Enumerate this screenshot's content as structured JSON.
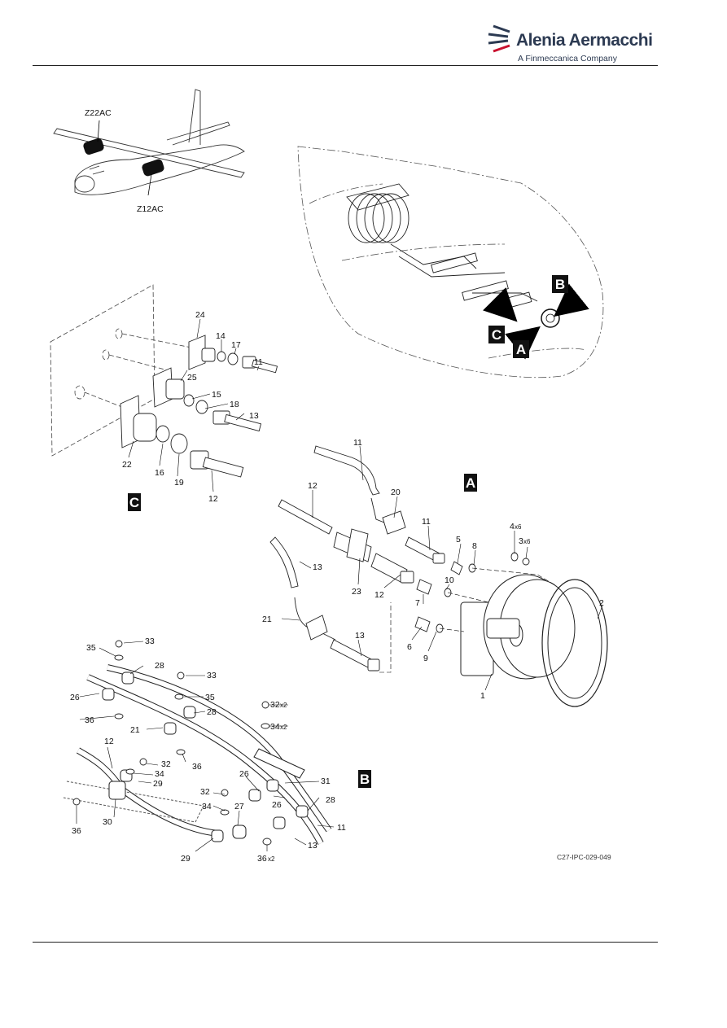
{
  "header": {
    "brand": "Alenia Aermacchi",
    "tagline": "A Finmeccanica Company",
    "logo_color": "#2c3a52",
    "accent_color": "#c8102e"
  },
  "overview": {
    "labels": [
      "Z22AC",
      "Z12AC"
    ]
  },
  "views": {
    "A": "A",
    "B": "B",
    "C": "C"
  },
  "callouts": {
    "c1": "1",
    "c2": "2",
    "c3": "3",
    "c4": "4",
    "c5": "5",
    "c6": "6",
    "c7": "7",
    "c8": "8",
    "c9": "9",
    "c10": "10",
    "c11": "11",
    "c12": "12",
    "c13": "13",
    "c14": "14",
    "c15": "15",
    "c16": "16",
    "c17": "17",
    "c18": "18",
    "c19": "19",
    "c20": "20",
    "c21": "21",
    "c22": "22",
    "c23": "23",
    "c24": "24",
    "c25": "25",
    "c26": "26",
    "c27": "27",
    "c28": "28",
    "c29": "29",
    "c30": "30",
    "c31": "31",
    "c32": "32",
    "c33": "33",
    "c34": "34",
    "c35": "35",
    "c36": "36",
    "x6": "x6",
    "x2": "x2"
  },
  "figure_ref": "C27-IPC-029-049"
}
